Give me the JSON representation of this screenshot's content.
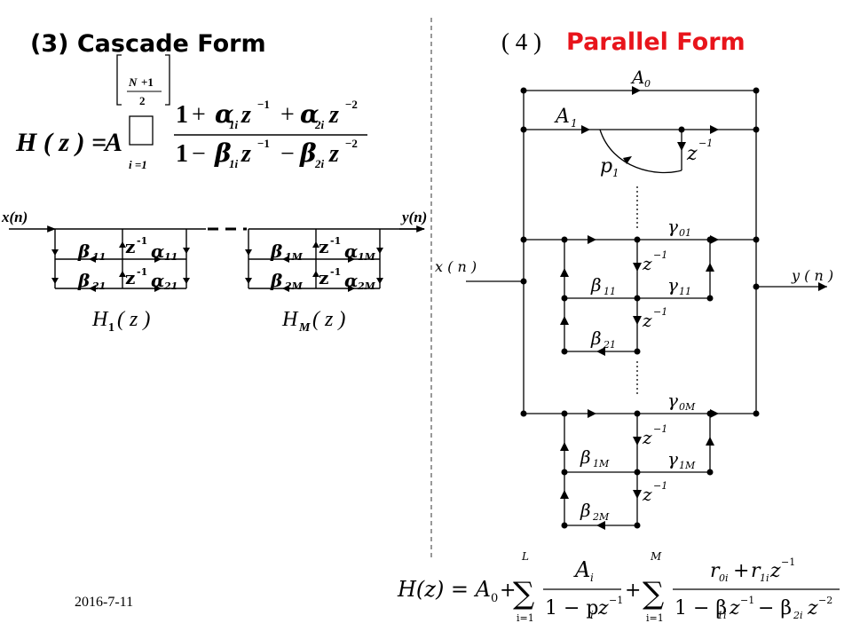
{
  "slide": {
    "date": "2016-7-11"
  },
  "cascade": {
    "title": "(3) Cascade Form",
    "formula": {
      "lhs": "H ( z ) =",
      "gain": "A",
      "prod_upper_N": "N",
      "prod_upper_plus": "+1",
      "prod_upper_den": "2",
      "prod_lower": "i =1",
      "product_glyph": "□",
      "num_one": "1",
      "num_plus1": "+",
      "num_alpha": "α",
      "num_alpha_sub": "1i",
      "num_z1": "z",
      "num_exp1": "−1",
      "num_plus2": "+",
      "num_alpha2": "α",
      "num_alpha2_sub": "2i",
      "num_z2": "z",
      "num_exp2": "−2",
      "den_one": "1",
      "den_minus1": "−",
      "den_beta": "β",
      "den_beta_sub": "1i",
      "den_z1": "z",
      "den_exp1": "−1",
      "den_minus2": "−",
      "den_beta2": "β",
      "den_beta2_sub": "2i",
      "den_z2": "z",
      "den_exp2": "−2"
    },
    "input_label": "x(n)",
    "output_label": "y(n)",
    "sections": [
      {
        "beta_top": "β",
        "beta_top_sub": "11",
        "beta_bot": "β",
        "beta_bot_sub": "21",
        "delay": "z",
        "delay_exp": "-1",
        "alpha_top": "α",
        "alpha_top_sub": "11",
        "alpha_bot": "α",
        "alpha_bot_sub": "21",
        "label_H": "H",
        "label_sub": "1",
        "label_arg": "( z )"
      },
      {
        "beta_top": "β",
        "beta_top_sub": "1M",
        "beta_bot": "β",
        "beta_bot_sub": "2M",
        "delay": "z",
        "delay_exp": "-1",
        "alpha_top": "α",
        "alpha_top_sub": "1M",
        "alpha_bot": "α",
        "alpha_bot_sub": "2M",
        "label_H": "H",
        "label_sub": "M",
        "label_arg": "( z )"
      }
    ]
  },
  "parallel": {
    "title_prefix": "( 4 )",
    "title": "Parallel Form",
    "title_color": "#e8141b",
    "input": "x ( n )",
    "output": "y ( n )",
    "A0": "A",
    "A0_sub": "0",
    "A1": "A",
    "A1_sub": "1",
    "p1": "p",
    "p1_sub": "1",
    "delay": "z",
    "delay_exp": "−1",
    "gamma01": "γ",
    "gamma01_sub": "01",
    "gamma11": "γ",
    "gamma11_sub": "11",
    "beta11": "β",
    "beta11_sub": "11",
    "beta21": "β",
    "beta21_sub": "21",
    "gamma0M": "γ",
    "gamma0M_sub": "0M",
    "gamma1M": "γ",
    "gamma1M_sub": "1M",
    "beta1M": "β",
    "beta1M_sub": "1M",
    "beta2M": "β",
    "beta2M_sub": "2M",
    "formula": {
      "lhs": "H(z) = A",
      "lhs_sub": "0",
      "plus1": "+",
      "sum1_top": "L",
      "sum1_bot": "i=1",
      "sum_glyph": "∑",
      "f1_num": "A",
      "f1_num_sub": "i",
      "f1_den": "1 − p",
      "f1_den_sub": "i",
      "f1_den_z": "z",
      "f1_den_exp": "−1",
      "plus2": "+",
      "sum2_top": "M",
      "sum2_bot": "i=1",
      "f2_num_r0": "r",
      "f2_num_r0_sub": "0i",
      "f2_num_plus": "+",
      "f2_num_r1": "r",
      "f2_num_r1_sub": "1i",
      "f2_num_z": "z",
      "f2_num_exp": "−1",
      "f2_den_one": "1 − β",
      "f2_den_b1_sub": "1i",
      "f2_den_z1": "z",
      "f2_den_exp1": "−1",
      "f2_den_minus": "− β",
      "f2_den_b2_sub": "2i",
      "f2_den_z2": "z",
      "f2_den_exp2": "−2"
    }
  }
}
